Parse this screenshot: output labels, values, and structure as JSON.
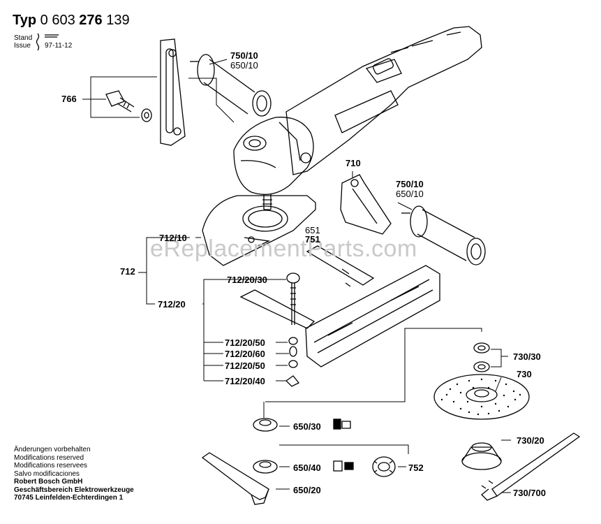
{
  "header": {
    "typ_label": "Typ",
    "part_prefix": "0 603",
    "part_bold": "276",
    "part_suffix": "139",
    "stand_label": "Stand",
    "issue_label": "Issue",
    "issue_date": "97-11-12"
  },
  "watermark": "eReplacementParts.com",
  "callouts": {
    "c766": "766",
    "c750_10_a": "750/10",
    "c650_10_a": "650/10",
    "c710": "710",
    "c750_10_b": "750/10",
    "c650_10_b": "650/10",
    "c651": "651",
    "c751": "751",
    "c712_10": "712/10",
    "c712": "712",
    "c712_20_30": "712/20/30",
    "c712_20": "712/20",
    "c712_20_50_a": "712/20/50",
    "c712_20_60": "712/20/60",
    "c712_20_50_b": "712/20/50",
    "c712_20_40": "712/20/40",
    "c730_30": "730/30",
    "c730": "730",
    "c650_30": "650/30",
    "c650_40": "650/40",
    "c752": "752",
    "c650_20": "650/20",
    "c730_20": "730/20",
    "c730_700": "730/700"
  },
  "footer": {
    "line1": "Änderungen vorbehalten",
    "line2": "Modifications reserved",
    "line3": "Modifications reservees",
    "line4": "Salvo modificaciones",
    "company": "Robert Bosch GmbH",
    "division": "Geschäftsbereich Elektrowerkzeuge",
    "address": "70745 Leinfelden-Echterdingen 1"
  }
}
